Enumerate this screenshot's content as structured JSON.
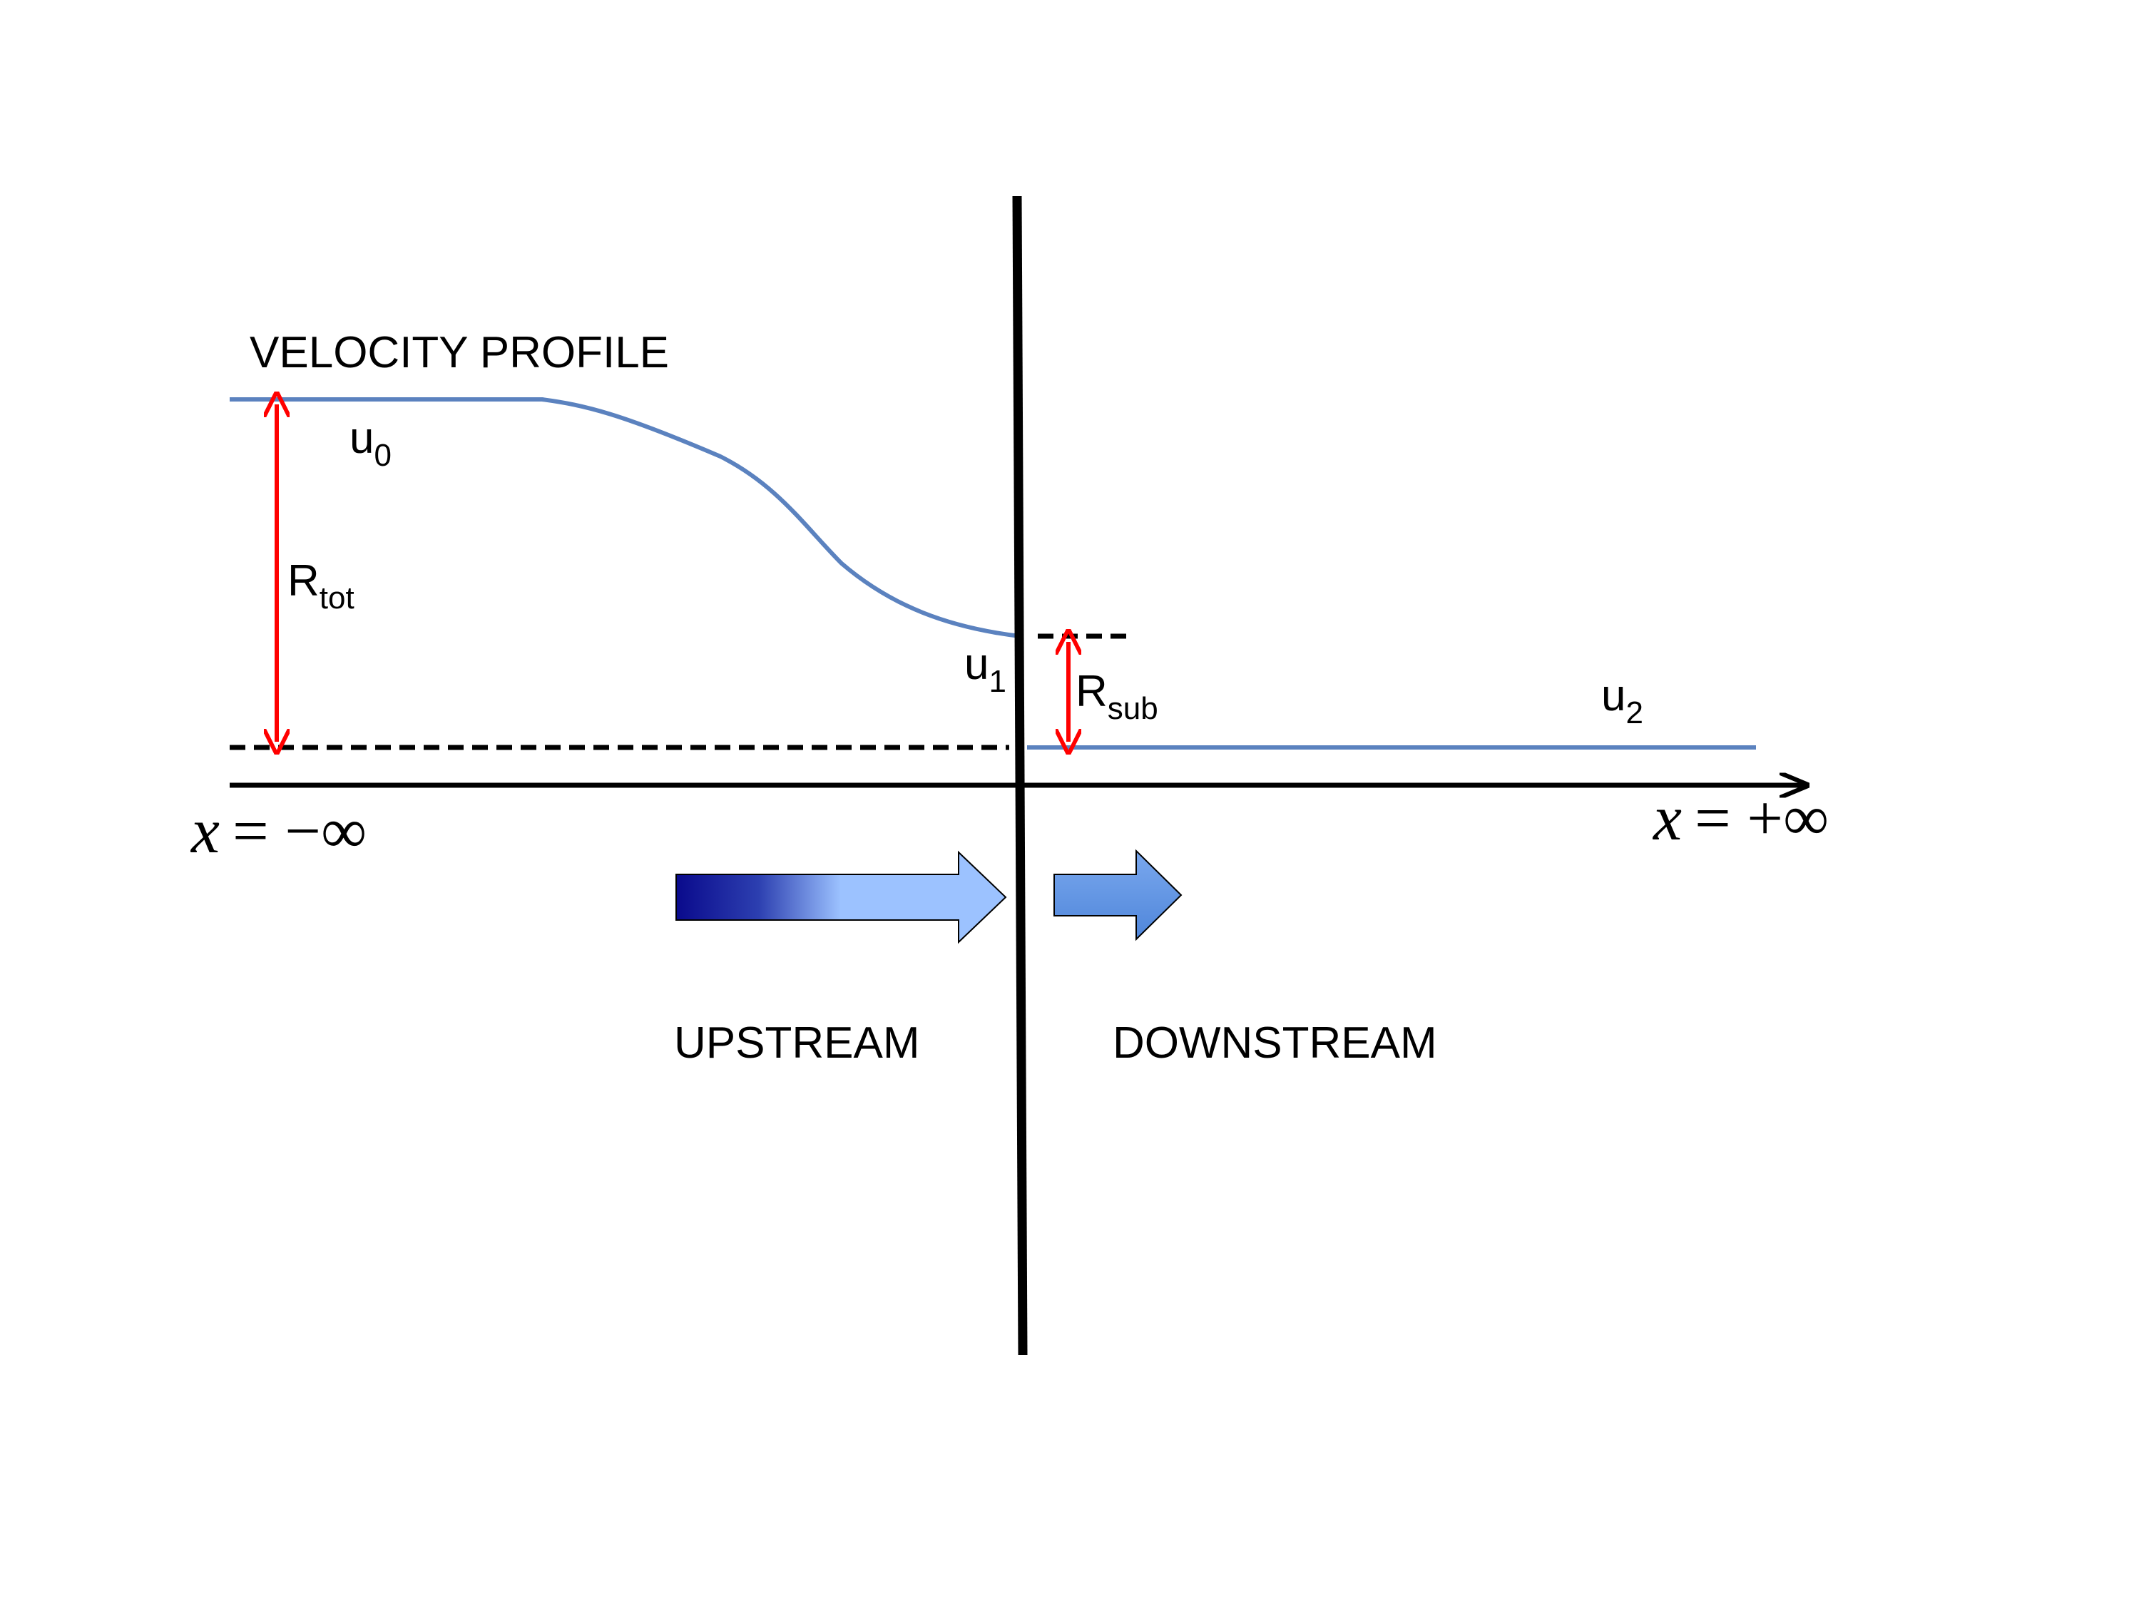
{
  "labels": {
    "title": "VELOCITY PROFILE",
    "u0": {
      "base": "u",
      "sub": "0"
    },
    "u1": {
      "base": "u",
      "sub": "1"
    },
    "u2": {
      "base": "u",
      "sub": "2"
    },
    "r_tot": {
      "base": "R",
      "sub": "tot"
    },
    "r_sub": {
      "base": "R",
      "sub": "sub"
    },
    "upstream": "UPSTREAM",
    "downstream": "DOWNSTREAM",
    "x_left": {
      "var": "x",
      "rel": "= −∞"
    },
    "x_right": {
      "var": "x",
      "rel": "= +∞"
    }
  },
  "colors": {
    "profile": "#5b82bf",
    "arrow_red": "#ff0000",
    "axis": "#000000",
    "flow_arrow_dark": "#0a0a8c",
    "flow_arrow_light": "#9cc2ff",
    "flow_arrow_right": "#5f94e2"
  }
}
